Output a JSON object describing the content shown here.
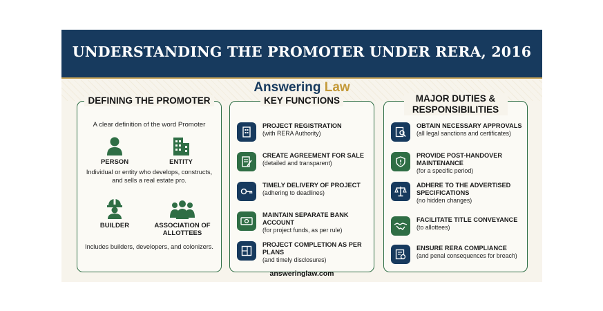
{
  "title": "UNDERSTANDING THE PROMOTER UNDER RERA, 2016",
  "brand": {
    "word1": "Answering",
    "word2": "Law"
  },
  "colors": {
    "navy": "#173a5e",
    "green": "#2f6e45",
    "gold": "#c49a3a",
    "paper": "#f7f4ec"
  },
  "defining": {
    "title": "DEFINING THE PROMOTER",
    "intro": "A clear definition of the word Promoter",
    "groups": [
      {
        "label": "PERSON",
        "icon": "person-icon"
      },
      {
        "label": "ENTITY",
        "icon": "building-icon"
      },
      {
        "label": "BUILDER",
        "icon": "builder-helmet-icon"
      },
      {
        "label": "ASSOCIATION OF ALLOTTEES",
        "icon": "people-group-icon"
      }
    ],
    "desc1": "Individual or entity who develops, constructs, and sells a real estate pro.",
    "desc2": "Includes builders, developers, and colonizers."
  },
  "functions": {
    "title": "KEY FUNCTIONS",
    "items": [
      {
        "head": "PROJECT REGISTRATION",
        "sub": "(with RERA Authority)",
        "icon": "registration-building-icon"
      },
      {
        "head": "CREATE AGREEMENT FOR SALE",
        "sub": "(detailed and transparent)",
        "icon": "agreement-document-icon"
      },
      {
        "head": "TIMELY DELIVERY OF PROJECT",
        "sub": "(adhering to deadlines)",
        "icon": "key-icon"
      },
      {
        "head": "MAINTAIN SEPARATE BANK ACCOUNT",
        "sub": "(for project funds, as per rule)",
        "icon": "cash-icon"
      },
      {
        "head": "PROJECT COMPLETION AS PER PLANS",
        "sub": "(and timely disclosures)",
        "icon": "blueprint-icon"
      }
    ]
  },
  "duties": {
    "title": "MAJOR DUTIES & RESPONSIBILITIES",
    "items": [
      {
        "head": "OBTAIN NECESSARY APPROVALS",
        "sub": "(all legal sanctions and certificates)",
        "icon": "approval-search-icon"
      },
      {
        "head": "PROVIDE POST-HANDOVER MAINTENANCE",
        "sub": "(for a specific period)",
        "icon": "shield-warning-icon"
      },
      {
        "head": "ADHERE TO THE ADVERTISED SPECIFICATIONS",
        "sub": "(no hidden changes)",
        "icon": "scales-icon"
      },
      {
        "head": "FACILITATE TITLE CONVEYANCE",
        "sub": "(to allottees)",
        "icon": "handshake-icon"
      },
      {
        "head": "ENSURE RERA COMPLIANCE",
        "sub": "(and penal consequences for breach)",
        "icon": "compliance-certificate-icon"
      }
    ]
  },
  "footer": "answeringlaw.com"
}
